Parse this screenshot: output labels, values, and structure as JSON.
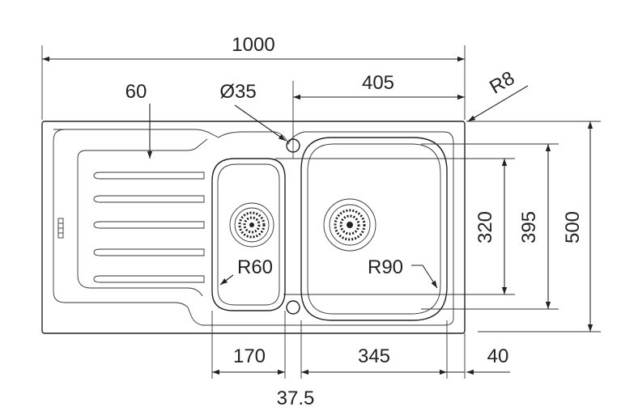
{
  "dimensions": {
    "overall_width": "1000",
    "drainer_edge": "60",
    "tap_hole": "Ø35",
    "tap_to_edge": "405",
    "corner_radius": "R8",
    "small_bowl_height": "320",
    "large_bowl_height": "395",
    "overall_depth": "500",
    "small_bowl_radius": "R60",
    "large_bowl_radius": "R90",
    "small_bowl_width": "170",
    "large_bowl_width": "345",
    "right_rim": "40",
    "bowl_gap": "37.5"
  }
}
